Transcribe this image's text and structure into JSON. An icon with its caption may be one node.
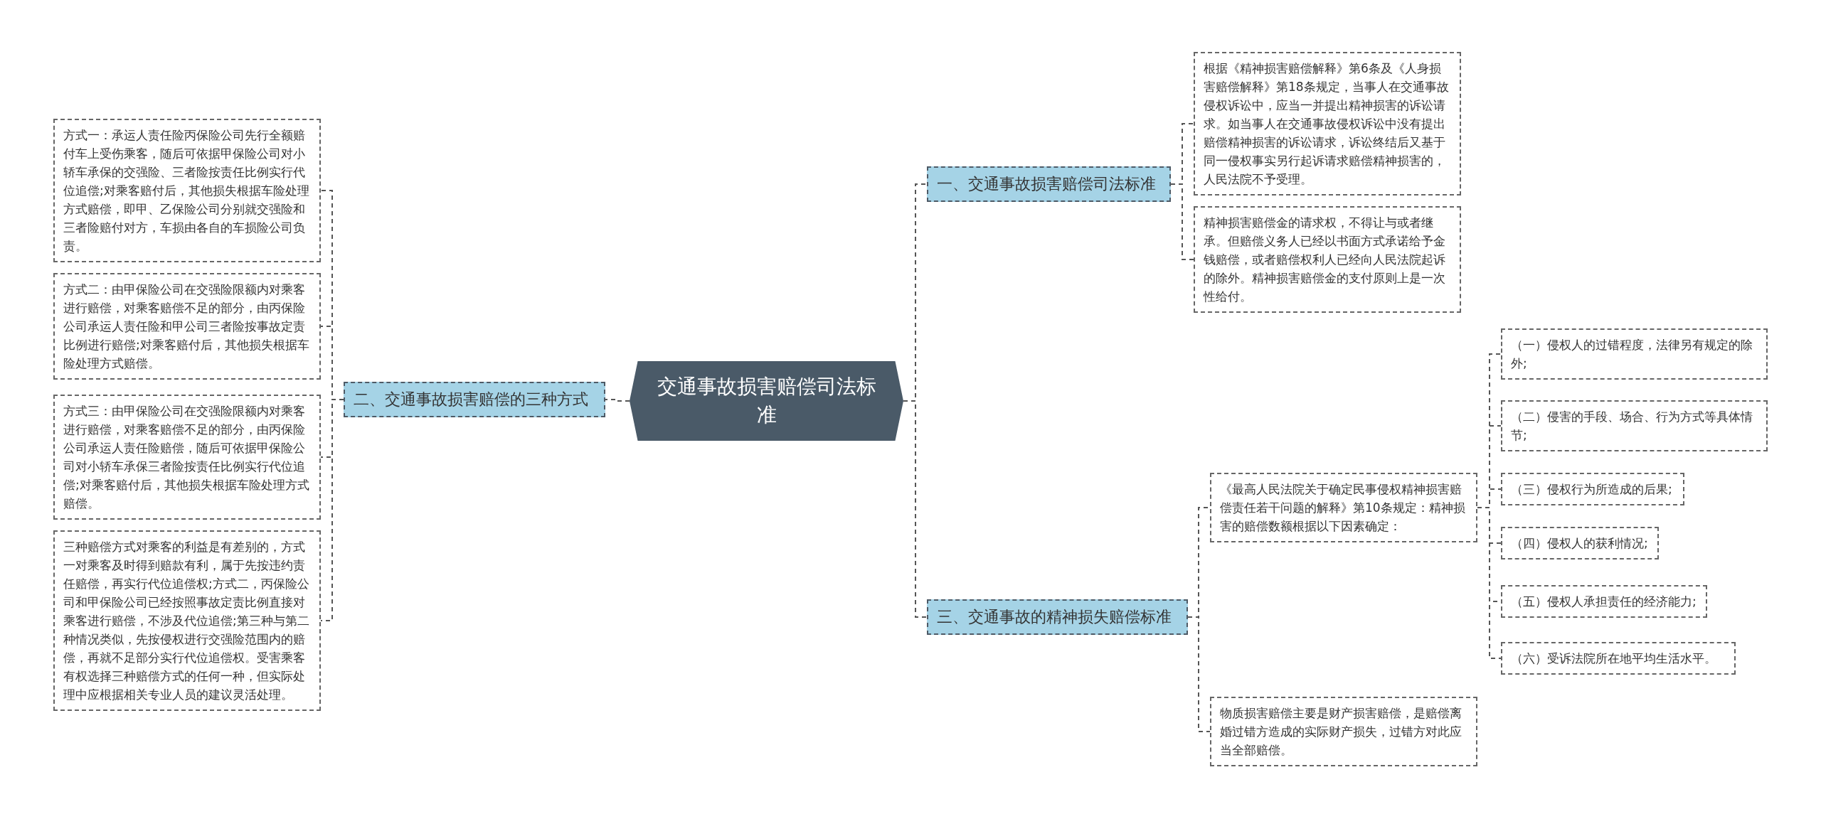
{
  "diagram": {
    "nodes": [
      {
        "text": [
          "交通事故损害赔偿司法标准"
        ]
      },
      {
        "text": [
          "一、交通事故损害赔偿司法标准"
        ]
      },
      {
        "text": [
          "根据《精神损害赔偿解释》第6条及《人身损害赔偿解释》第18条规定，当事人在交通事故侵权诉讼中，应当一并提出精神损害的诉讼请求。如当事人在交通事故侵权诉讼中没有提出赔偿精神损害的诉讼请求，诉讼终结后又基于同一侵权事实另行起诉请求赔偿精神损害的，人民法院不予受理。"
        ]
      },
      {
        "text": [
          "精神损害赔偿金的请求权，不得让与或者继承。但赔偿义务人已经以书面方式承诺给予金钱赔偿，或者赔偿权利人已经向人民法院起诉的除外。精神损害赔偿金的支付原则上是一次性给付。"
        ]
      },
      {
        "text": [
          "二、交通事故损害赔偿的三种方式"
        ]
      },
      {
        "text": [
          "方式一：承运人责任险丙保险公司先行全额赔付车上受伤乘客，随后可依据甲保险公司对小轿车承保的交强险、三者险按责任比例实行代位追偿;对乘客赔付后，其他损失根据车险处理方式赔偿，即甲、乙保险公司分别就交强险和三者险赔付对方，车损由各自的车损险公司负责。"
        ]
      },
      {
        "text": [
          "方式二：由甲保险公司在交强险限额内对乘客进行赔偿，对乘客赔偿不足的部分，由丙保险公司承运人责任险和甲公司三者险按事故定责比例进行赔偿;对乘客赔付后，其他损失根据车险处理方式赔偿。"
        ]
      },
      {
        "text": [
          "方式三：由甲保险公司在交强险限额内对乘客进行赔偿，对乘客赔偿不足的部分，由丙保险公司承运人责任险赔偿，随后可依据甲保险公司对小轿车承保三者险按责任比例实行代位追偿;对乘客赔付后，其他损失根据车险处理方式赔偿。"
        ]
      },
      {
        "text": [
          "三种赔偿方式对乘客的利益是有差别的，方式一对乘客及时得到赔款有利，属于先按违约责任赔偿，再实行代位追偿权;方式二，丙保险公司和甲保险公司已经按照事故定责比例直接对乘客进行赔偿，不涉及代位追偿;第三种与第二种情况类似，先按侵权进行交强险范围内的赔偿，再就不足部分实行代位追偿权。受害乘客有权选择三种赔偿方式的任何一种，但实际处理中应根据相关专业人员的建议灵活处理。"
        ]
      },
      {
        "text": [
          "三、交通事故的精神损失赔偿标准"
        ]
      },
      {
        "text": [
          "《最高人民法院关于确定民事侵权精神损害赔偿责任若干问题的解释》第10条规定：精神损害的赔偿数额根据以下因素确定："
        ]
      },
      {
        "text": [
          "（一）侵权人的过错程度，法律另有规定的除外;"
        ]
      },
      {
        "text": [
          "（二）侵害的手段、场合、行为方式等具体情节;"
        ]
      },
      {
        "text": [
          "（三）侵权行为所造成的后果;"
        ]
      },
      {
        "text": [
          "（四）侵权人的获利情况;"
        ]
      },
      {
        "text": [
          "（五）侵权人承担责任的经济能力;"
        ]
      },
      {
        "text": [
          "（六）受诉法院所在地平均生活水平。"
        ]
      },
      {
        "text": [
          "物质损害赔偿主要是财产损害赔偿，是赔偿离婚过错方造成的实际财产损失，过错方对此应当全部赔偿。"
        ]
      }
    ],
    "edges": [
      {
        "from": 0,
        "to": 1,
        "arrow": "none"
      },
      {
        "from": 0,
        "to": 4,
        "arrow": "none"
      },
      {
        "from": 0,
        "to": 9,
        "arrow": "none"
      },
      {
        "from": 1,
        "to": 2,
        "arrow": "none"
      },
      {
        "from": 1,
        "to": 3,
        "arrow": "none"
      },
      {
        "from": 4,
        "to": 5,
        "arrow": "none"
      },
      {
        "from": 4,
        "to": 6,
        "arrow": "none"
      },
      {
        "from": 4,
        "to": 7,
        "arrow": "none"
      },
      {
        "from": 4,
        "to": 8,
        "arrow": "none"
      },
      {
        "from": 9,
        "to": 10,
        "arrow": "none"
      },
      {
        "from": 9,
        "to": 17,
        "arrow": "none"
      },
      {
        "from": 10,
        "to": 11,
        "arrow": "none"
      },
      {
        "from": 10,
        "to": 12,
        "arrow": "none"
      },
      {
        "from": 10,
        "to": 13,
        "arrow": "none"
      },
      {
        "from": 10,
        "to": 14,
        "arrow": "none"
      },
      {
        "from": 10,
        "to": 15,
        "arrow": "none"
      },
      {
        "from": 10,
        "to": 16,
        "arrow": "none"
      }
    ]
  }
}
